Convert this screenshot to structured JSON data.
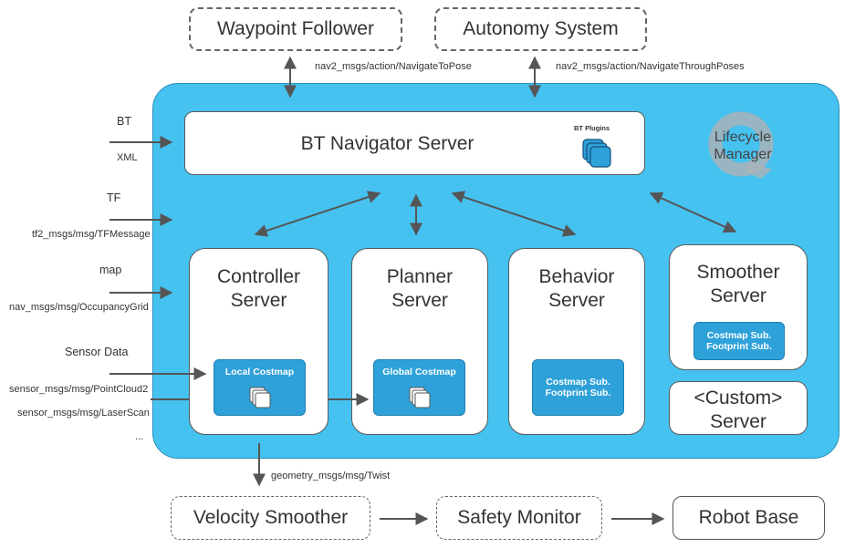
{
  "external": {
    "waypoint_follower": "Waypoint Follower",
    "autonomy_system": "Autonomy System",
    "navigate_to_pose": "nav2_msgs/action/NavigateToPose",
    "navigate_through_poses": "nav2_msgs/action/NavigateThroughPoses"
  },
  "bt_navigator": {
    "title": "BT Navigator Server",
    "plugins_label": "BT Plugins"
  },
  "lifecycle": {
    "line1": "Lifecycle",
    "line2": "Manager"
  },
  "inputs": {
    "bt": "BT",
    "xml": "XML",
    "tf": "TF",
    "tf_msg": "tf2_msgs/msg/TFMessage",
    "map": "map",
    "map_msg": "nav_msgs/msg/OccupancyGrid",
    "sensor_data": "Sensor Data",
    "pointcloud": "sensor_msgs/msg/PointCloud2",
    "laserscan": "sensor_msgs/msg/LaserScan",
    "ellipsis": "..."
  },
  "servers": {
    "controller": {
      "line1": "Controller",
      "line2": "Server",
      "inner": "Local Costmap"
    },
    "planner": {
      "line1": "Planner",
      "line2": "Server",
      "inner": "Global Costmap"
    },
    "behavior": {
      "line1": "Behavior",
      "line2": "Server",
      "inner1": "Costmap Sub.",
      "inner2": "Footprint Sub."
    },
    "smoother": {
      "line1": "Smoother",
      "line2": "Server",
      "inner1": "Costmap Sub.",
      "inner2": "Footprint Sub."
    },
    "custom": {
      "line1": "<Custom>",
      "line2": "Server"
    }
  },
  "output": {
    "twist": "geometry_msgs/msg/Twist",
    "velocity_smoother": "Velocity Smoother",
    "safety_monitor": "Safety Monitor",
    "robot_base": "Robot Base"
  },
  "colors": {
    "panel": "#45c2f0",
    "inner_box": "#2ea1d9",
    "arrow": "#555555"
  }
}
